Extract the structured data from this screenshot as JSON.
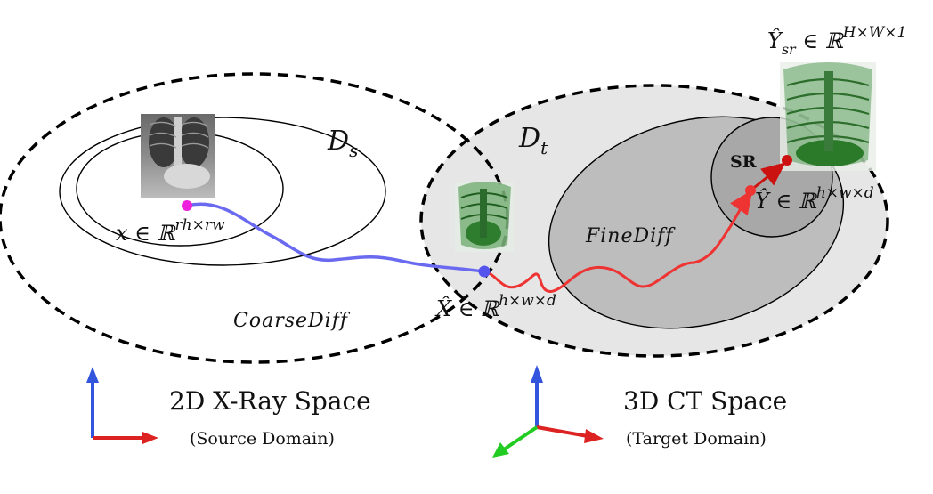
{
  "source_domain": {
    "domain_label_main": "D",
    "domain_label_sub": "s",
    "input_label": "x ∈ ℝ",
    "input_label_sup": "rh×rw",
    "coarse_label": "CoarseDiff",
    "space_title": "2D X-Ray Space",
    "space_subtitle": "(Source Domain)"
  },
  "target_domain": {
    "domain_label_main": "D",
    "domain_label_sub": "t",
    "coarse_output_label": "X̂ ∈ ℝ",
    "coarse_output_sup": "h×w×d",
    "fine_label": "FineDiff",
    "fine_output_label": "Ŷ ∈ ℝ",
    "fine_output_sup": "h×w×d",
    "sr_label": "SR",
    "sr_output_label": "Ŷ",
    "sr_output_sub": "sr",
    "sr_output_rest": " ∈ ℝ",
    "sr_output_sup": "H×W×1",
    "space_title": "3D CT Space",
    "space_subtitle": "(Target Domain)"
  },
  "colors": {
    "coarse_path": "#6a6af0",
    "fine_path": "#ee3333",
    "input_point": "#ee22dd",
    "coarse_point": "#5555ee",
    "fine_point": "#ee3333",
    "sr_point": "#cc1111",
    "target_fill": "#e6e6e6",
    "fine_fill": "#bdbdbd",
    "sr_fill": "#a8a8a8",
    "axis_x": "#dd2222",
    "axis_y": "#3355dd",
    "axis_z": "#22cc22"
  },
  "icons": {
    "xray": "chest-xray-image-icon",
    "ct_small": "ct-volume-render-icon",
    "ct_large": "ct-volume-render-large-icon"
  }
}
